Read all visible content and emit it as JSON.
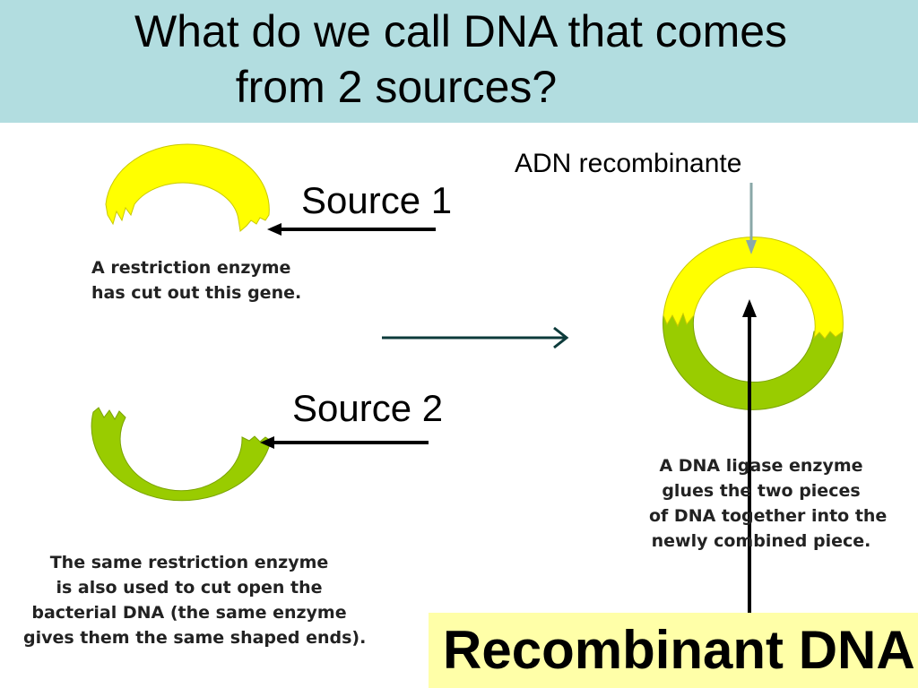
{
  "slide": {
    "title_line1": "What do we call DNA that comes",
    "title_line2": "from 2 sources?",
    "colors": {
      "title_band": "#b2dde0",
      "dna_source1": "#ffff00",
      "dna_source2": "#99cc00",
      "result_box": "#ffffa8"
    }
  },
  "labels": {
    "source1": "Source 1",
    "source2": "Source 2",
    "adn": "ADN recombinante",
    "result": "Recombinant DNA"
  },
  "captions": {
    "restriction": [
      "A restriction enzyme",
      "has cut out this gene."
    ],
    "same_enzyme": [
      "The same restriction enzyme",
      "is also used to cut open the",
      "bacterial DNA (the same enzyme",
      "gives them the same shaped ends)."
    ],
    "ligase": [
      "A DNA ligase enzyme",
      "glues the two pieces",
      "of DNA together into the",
      "newly combined piece."
    ]
  }
}
